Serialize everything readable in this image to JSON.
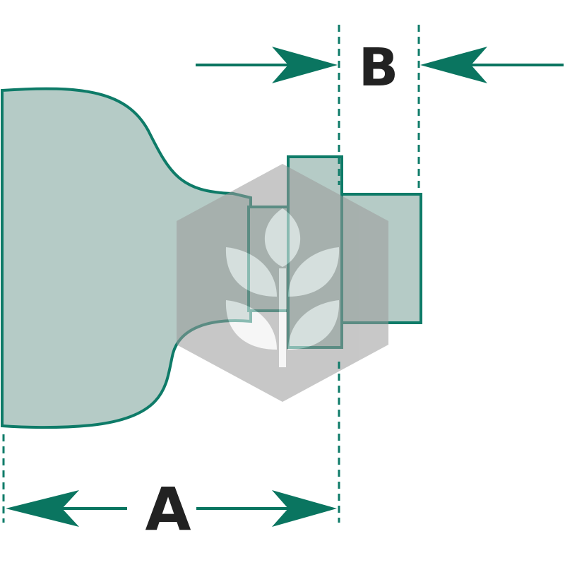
{
  "labels": {
    "dimension_a": "A",
    "dimension_b": "B"
  },
  "colors": {
    "outline": "#0e7b68",
    "body_fill": "#b5cbc6",
    "arrow": "#0a7560",
    "label_text": "#222222",
    "watermark_hex": "#b4b4b4",
    "watermark_leaf": "#ffffff"
  },
  "watermark": {
    "icon": "wheat-leaf-hexagon-logo"
  }
}
